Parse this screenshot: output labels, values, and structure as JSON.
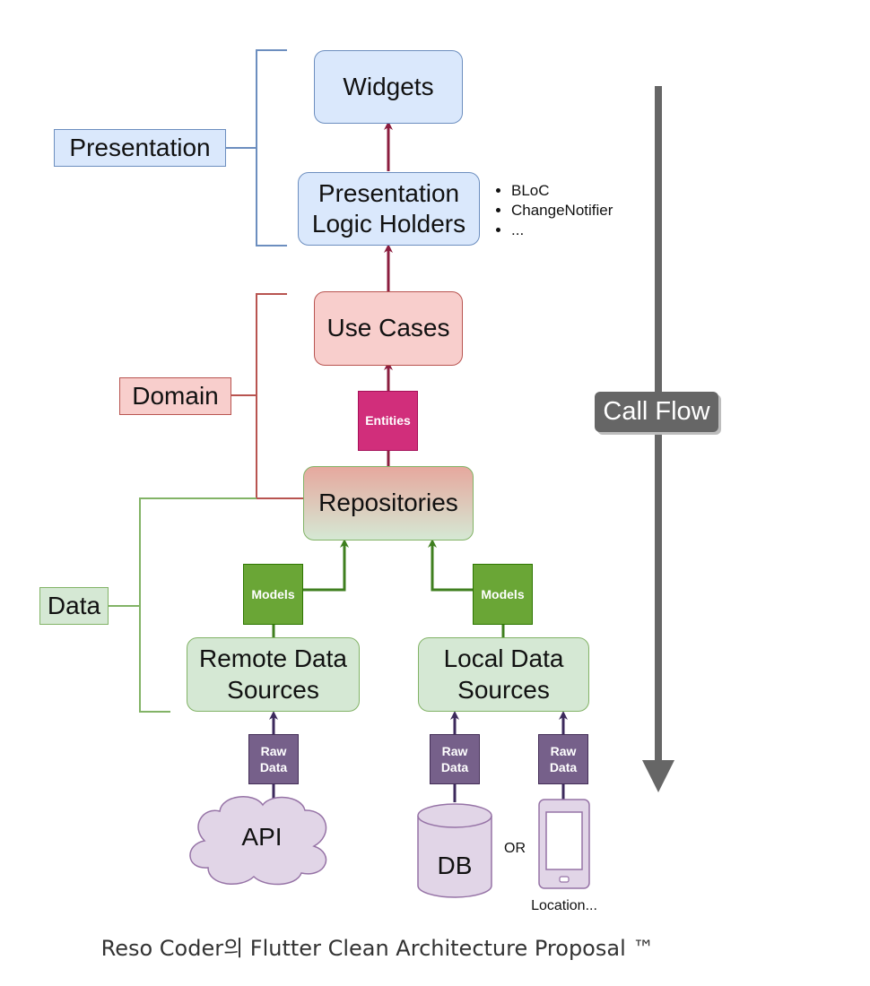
{
  "layers": {
    "presentation": "Presentation",
    "domain": "Domain",
    "data": "Data"
  },
  "nodes": {
    "widgets": "Widgets",
    "presentation_logic_holders": [
      "Presentation",
      "Logic Holders"
    ],
    "use_cases": "Use Cases",
    "repositories": "Repositories",
    "remote_data_sources": [
      "Remote Data",
      "Sources"
    ],
    "local_data_sources": [
      "Local Data",
      "Sources"
    ],
    "api": "API",
    "db": "DB",
    "or": "OR",
    "device": "Location..."
  },
  "tags": {
    "entities": "Entities",
    "models_remote": "Models",
    "models_local": "Models",
    "raw_data_api": [
      "Raw",
      "Data"
    ],
    "raw_data_db": [
      "Raw",
      "Data"
    ],
    "raw_data_device": [
      "Raw",
      "Data"
    ]
  },
  "logic_holder_examples": [
    "BLoC",
    "ChangeNotifier",
    "..."
  ],
  "call_flow": "Call Flow",
  "caption": "Reso Coder의 Flutter Clean Architecture Proposal ™",
  "colors": {
    "presentation_fill": "#dae8fc",
    "presentation_stroke": "#6c8ebf",
    "domain_fill": "#f8cecc",
    "domain_stroke": "#b85450",
    "data_fill": "#d5e8d4",
    "data_stroke": "#82b366",
    "arrow_presentation": "#8b1e3f",
    "arrow_data": "#3f7f1f",
    "arrow_raw": "#3c2a5c",
    "entities": "#d12e7b",
    "models": "#6aa636",
    "raw_data": "#76608a",
    "storage_fill": "#e1d5e7",
    "storage_stroke": "#9673a6",
    "call_flow": "#666666"
  }
}
